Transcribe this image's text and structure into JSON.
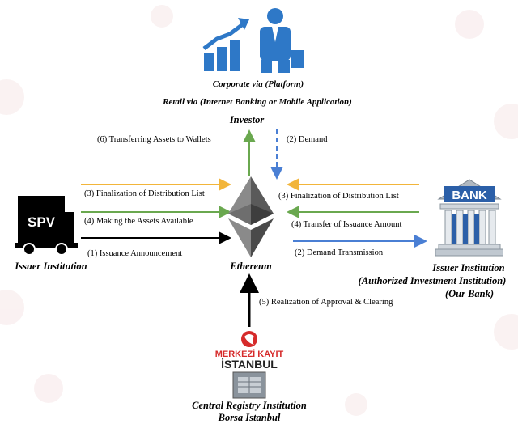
{
  "nodes": {
    "platform_caption_1": "Corporate via (Platform)",
    "platform_caption_2": "Retail via (Internet Banking or Mobile Application)",
    "investor": "Investor",
    "ethereum": "Ethereum",
    "issuer_left": "Issuer Institution",
    "issuer_right_1": "Issuer Institution",
    "issuer_right_2": "(Authorized Investment Institution)",
    "issuer_right_3": "(Our Bank)",
    "registry_1": "Central Registry Institution",
    "registry_2": "Borsa Istanbul"
  },
  "arrows": {
    "a6": "(6) Transferring Assets to Wallets",
    "a2_demand": "(2) Demand",
    "a3_left": "(3) Finalization of Distribution List",
    "a4_left": "(4) Making the Assets Available",
    "a1": "(1) Issuance Announcement",
    "a3_right": "(3) Finalization of Distribution List",
    "a4_right": "(4) Transfer of Issuance Amount",
    "a2_transmission": "(2) Demand Transmission",
    "a5": "(5) Realization of Approval & Clearing"
  },
  "logos": {
    "spv": "SPV",
    "bank": "BANK",
    "mkk_1": "MERKEZİ KAYIT",
    "mkk_2": "İSTANBUL"
  },
  "colors": {
    "green": "#6aa84f",
    "blue": "#4a7fd4",
    "orange": "#f2b53a",
    "black": "#000000",
    "icon_blue": "#2e78c7",
    "mkk_red": "#d62b2b"
  }
}
